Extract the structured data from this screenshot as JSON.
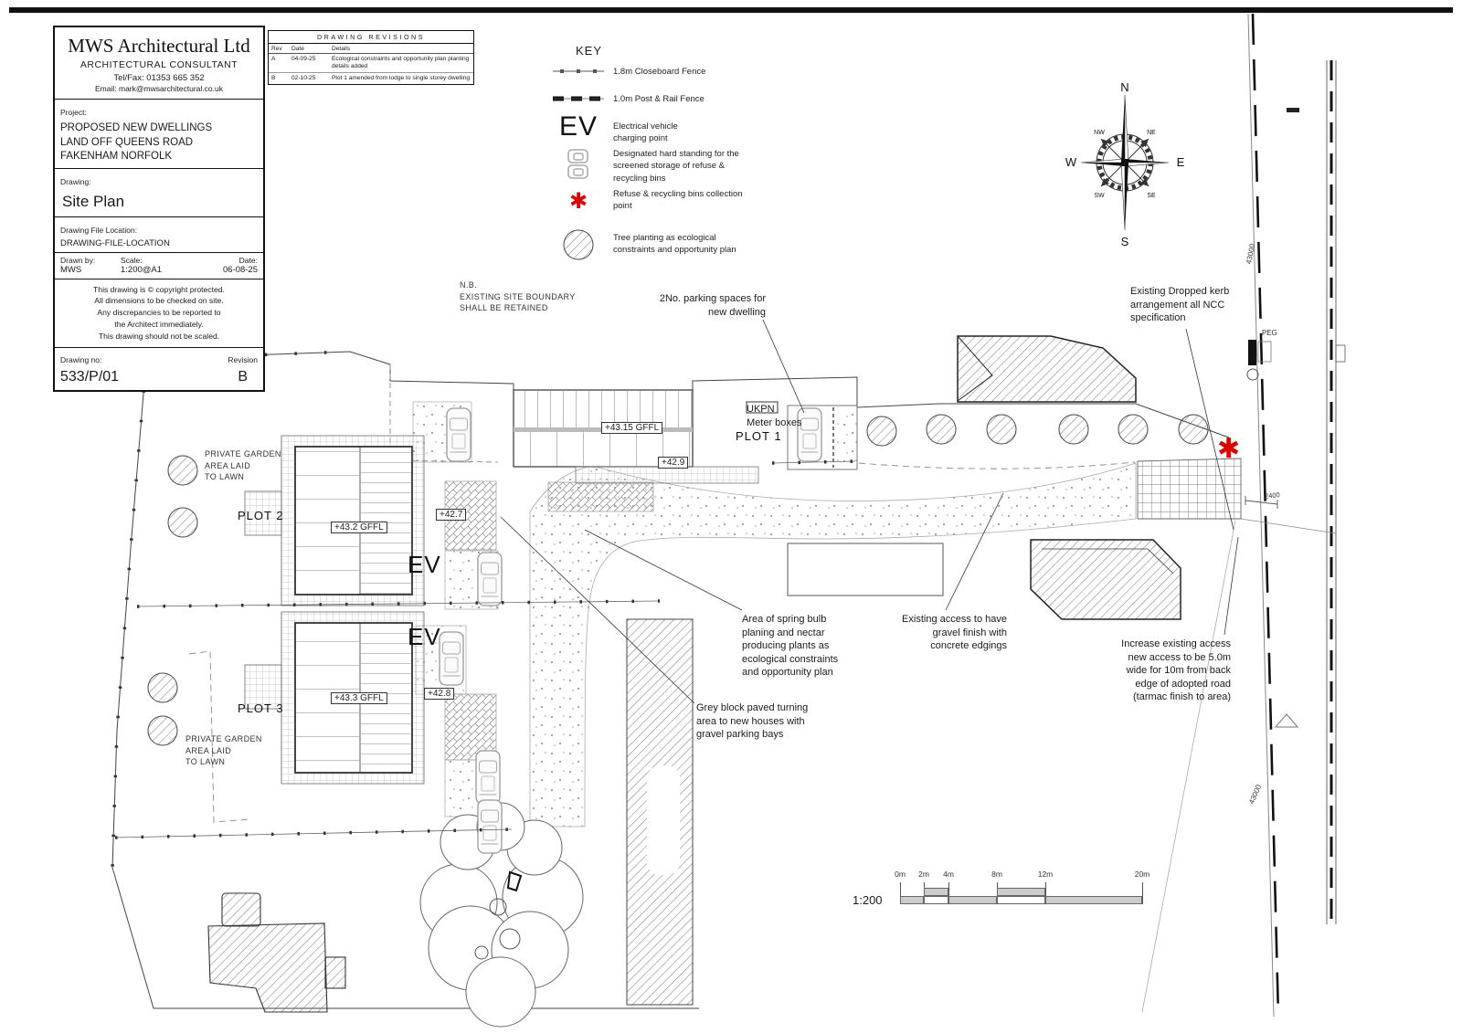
{
  "title_block": {
    "company": "MWS Architectural Ltd",
    "subtitle": "ARCHITECTURAL CONSULTANT",
    "tel": "Tel/Fax: 01353 665 352",
    "email": "Email: mark@mwsarchitectural.co.uk",
    "project_label": "Project:",
    "project_lines": "PROPOSED NEW DWELLINGS\nLAND OFF QUEENS ROAD\nFAKENHAM NORFOLK",
    "drawing_label": "Drawing:",
    "drawing_title": "Site Plan",
    "file_location_label": "Drawing File Location:",
    "file_location": "DRAWING-FILE-LOCATION",
    "drawn_by_label": "Drawn by:",
    "drawn_by": "MWS",
    "scale_label": "Scale:",
    "scale": "1:200@A1",
    "date_label": "Date:",
    "date": "06-08-25",
    "copyright": "This drawing is © copyright protected.\nAll dimensions to be checked on site.\nAny discrepancies to be reported to\nthe Architect immediately.\nThis drawing should not be scaled.",
    "drawing_no_label": "Drawing no:",
    "drawing_no": "533/P/01",
    "revision_label": "Revision",
    "revision": "B"
  },
  "revisions": {
    "title": "DRAWING REVISIONS",
    "col_rev": "Rev",
    "col_date": "Date",
    "col_details": "Details",
    "rows": [
      {
        "rev": "A",
        "date": "04-09-25",
        "details": "Ecological constraints and opportunity plan planting details added"
      },
      {
        "rev": "B",
        "date": "02-10-25",
        "details": "Plot 1 amended from lodge to single storey dwelling"
      }
    ]
  },
  "key": {
    "title": "KEY",
    "items": [
      {
        "label": "1.8m Closeboard Fence"
      },
      {
        "label": "1.0m Post & Rail Fence"
      },
      {
        "label": "Electrical vehicle\ncharging point"
      },
      {
        "label": "Designated hard standing for the\nscreened storage of refuse &\nrecycling bins"
      },
      {
        "label": "Refuse & recycling bins collection\npoint"
      },
      {
        "label": "Tree planting as ecological\nconstraints and opportunity plan"
      }
    ],
    "ev_symbol": "EV",
    "asterisk_symbol": "✱"
  },
  "compass": {
    "n": "N",
    "ne": "NE",
    "e": "E",
    "se": "SE",
    "s": "S",
    "sw": "SW",
    "w": "W",
    "nw": "NW"
  },
  "plan": {
    "nb_note": "N.B.\nEXISTING SITE BOUNDARY\nSHALL BE RETAINED",
    "parking_note": "2No. parking spaces for\nnew dwelling",
    "dropped_kerb_note": "Existing Dropped kerb\narrangement all NCC\nspecification",
    "ukpn_note": "UKPN\nMeter boxes",
    "plot1": "PLOT 1",
    "plot2": "PLOT 2",
    "plot3": "PLOT 3",
    "garden_note": "PRIVATE GARDEN\nAREA LAID\nTO LAWN",
    "level_432": "+43.2 GFFL",
    "level_4315": "+43.15 GFFL",
    "level_433": "+43.3 GFFL",
    "level_427": "+42.7",
    "level_429": "+42.9",
    "level_428": "+42.8",
    "ev": "EV",
    "spring_bulb_note": "Area of spring bulb\nplaning and nectar\nproducing plants as\necological constraints\nand opportunity plan",
    "access_note": "Existing access to have\ngravel finish with\nconcrete edgings",
    "turning_note": "Grey block paved turning\narea to new houses with\ngravel parking bays",
    "increase_note": "Increase existing access\nnew access to be 5.0m\nwide for 10m from back\nedge of adopted road\n(tarmac finish to area)",
    "peg": "PEG",
    "dim_2400": "2400",
    "road_dim": "43000",
    "asterisk": "✱"
  },
  "scale_bar": {
    "ratio": "1:200",
    "ticks": [
      "0m",
      "2m",
      "4m",
      "8m",
      "12m",
      "20m"
    ]
  },
  "colors": {
    "accent_red": "#dd0000"
  }
}
